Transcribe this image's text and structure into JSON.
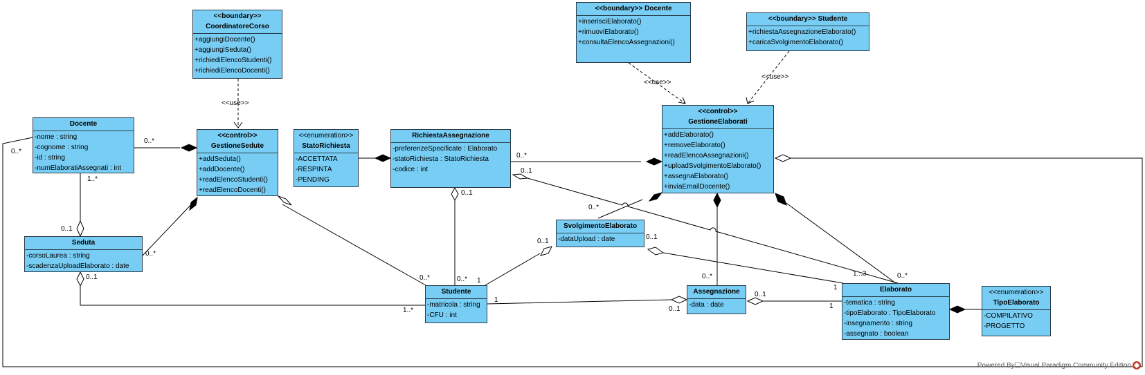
{
  "classes": {
    "coordinatore": {
      "stereotype": "<<boundary>>",
      "name": "CoordinatoreCorso",
      "attributes": [],
      "operations": [
        "+aggiungiDocente()",
        "+aggiungiSeduta()",
        "+richiediElencoStudenti()",
        "+richiediElencoDocenti()"
      ]
    },
    "boundary_docente": {
      "stereotype": "<<boundary>>",
      "name": "Docente",
      "attributes": [],
      "operations": [
        "+inserisciElaborato()",
        "+rimuoviElaborato()",
        "+consultaElencoAssegnazioni()"
      ]
    },
    "boundary_studente": {
      "stereotype": "<<boundary>>",
      "name": "Studente",
      "attributes": [],
      "operations": [
        "+richiestaAssegnazioneElaborato()",
        "+caricaSvolgimentoElaborato()"
      ]
    },
    "docente": {
      "stereotype": "",
      "name": "Docente",
      "attributes": [
        "-nome : string",
        "-cognome : string",
        "-id : string",
        "-numElaboratiAssegnati : int"
      ],
      "operations": []
    },
    "gestione_sedute": {
      "stereotype": "<<control>>",
      "name": "GestioneSedute",
      "attributes": [],
      "operations": [
        "+addSeduta()",
        "+addDocente()",
        "+readElencoStudenti()",
        "+readElencoDocenti()"
      ]
    },
    "stato_richiesta": {
      "stereotype": "<<enumeration>>",
      "name": "StatoRichiesta",
      "attributes": [
        "-ACCETTATA",
        "-RESPINTA",
        "-PENDING"
      ],
      "operations": []
    },
    "richiesta": {
      "stereotype": "",
      "name": "RichiestaAssegnazione",
      "attributes": [
        "-preferenzeSpecificate : Elaborato",
        "-statoRichiesta : StatoRichiesta",
        "-codice : int"
      ],
      "operations": []
    },
    "gestione_elaborati": {
      "stereotype": "<<control>>",
      "name": "GestioneElaborati",
      "attributes": [],
      "operations": [
        "+addElaborato()",
        "+removeElaborato()",
        "+readElencoAssegnazioni()",
        "+uploadSvolgimentoElaborato()",
        "+assegnaElaborato()",
        "+inviaEmailDocente()"
      ]
    },
    "seduta": {
      "stereotype": "",
      "name": "Seduta",
      "attributes": [
        "-corsoLaurea : string",
        "-scadenzaUploadElaborato : date"
      ],
      "operations": []
    },
    "svolgimento": {
      "stereotype": "",
      "name": "SvolgimentoElaborato",
      "attributes": [
        "-dataUpload : date"
      ],
      "operations": []
    },
    "studente": {
      "stereotype": "",
      "name": "Studente",
      "attributes": [
        "-matricola : string",
        "-CFU : int"
      ],
      "operations": []
    },
    "assegnazione": {
      "stereotype": "",
      "name": "Assegnazione",
      "attributes": [
        "-data : date"
      ],
      "operations": []
    },
    "elaborato": {
      "stereotype": "",
      "name": "Elaborato",
      "attributes": [
        "-tematica : string",
        "-tipoElaborato : TipoElaborato",
        "-insegnamento : string",
        "-assegnato : boolean"
      ],
      "operations": []
    },
    "tipo_elaborato": {
      "stereotype": "<<enumeration>>",
      "name": "TipoElaborato",
      "attributes": [
        "-COMPILATIVO",
        "-PROGETTO"
      ],
      "operations": []
    }
  },
  "labels": {
    "use1": "<<use>>",
    "use2": "<<use>>",
    "use3": "<<use>>",
    "m_doc_gs": "0..*",
    "m_doc_left": "0..*",
    "m_doc_seduta_top": "1..*",
    "m_seduta_doc": "0..1",
    "m_gs_seduta": "0..*",
    "m_seduta_stud": "0..1",
    "m_stud_seduta": "1..*",
    "m_stud_gs": "0..*",
    "m_stud_rich": "0..*",
    "m_rich_stud": "0..1",
    "m_rich_ge": "0..*",
    "m_rich_elab": "0..1",
    "m_svolg_ge": "0..*",
    "m_svolg_stud": "0..1",
    "m_stud_svolg": "1",
    "m_svolg_elab": "0..1",
    "m_elab_svolg": "1...3",
    "m_assegn_ge": "0..*",
    "m_elab_ge": "0..*",
    "m_stud_assegn": "1",
    "m_assegn_stud": "0..1",
    "m_assegn_elab": "0..1",
    "m_elab_assegn": "1",
    "m_elab_rich": "1"
  },
  "footer": {
    "text": "Powered By☐Visual Paradigm Community Edition",
    "icon": "visual-paradigm-logo-icon"
  },
  "colors": {
    "class_fill": "#78cdf4",
    "class_border": "#2a3d4a",
    "line": "#000000"
  }
}
